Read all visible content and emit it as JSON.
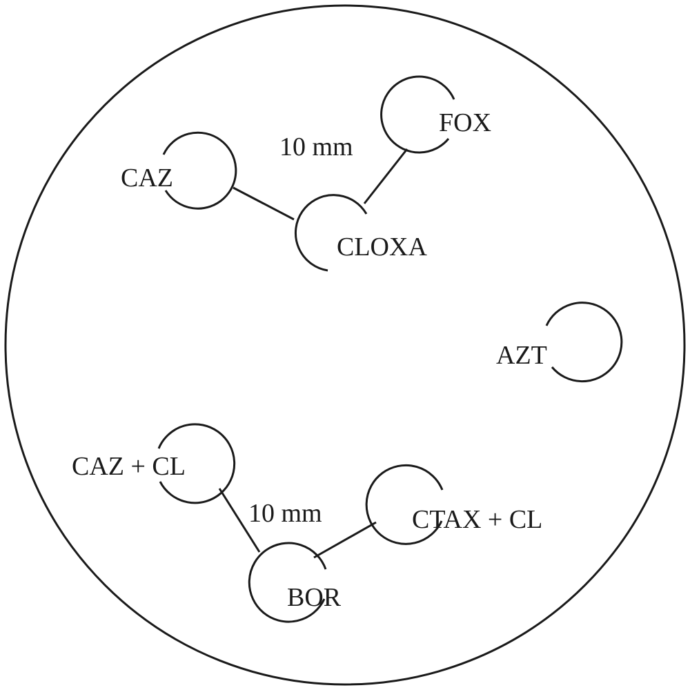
{
  "diagram": {
    "discs": {
      "caz": "CAZ",
      "cloxa": "CLOXA",
      "fox": "FOX",
      "azt": "AZT",
      "caz_cl": "CAZ + CL",
      "bor": "BOR",
      "ctax_cl": "CTAX + CL"
    },
    "distances": {
      "top": "10 mm",
      "bottom": "10 mm"
    },
    "colors": {
      "stroke": "#1a1a1a",
      "background": "#ffffff"
    }
  }
}
